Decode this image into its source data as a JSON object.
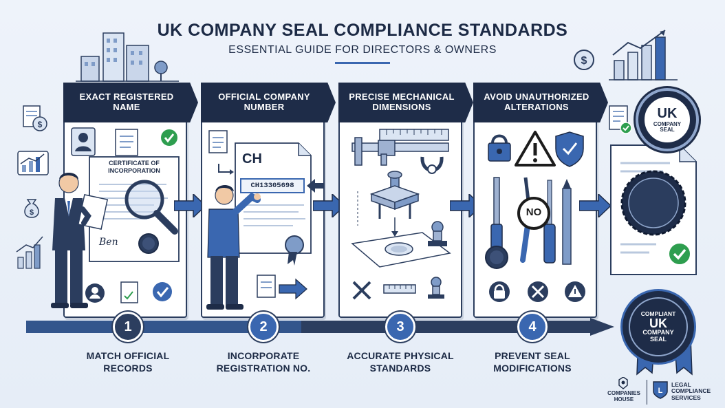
{
  "header": {
    "title": "UK COMPANY SEAL COMPLIANCE STANDARDS",
    "subtitle": "ESSENTIAL GUIDE FOR DIRECTORS & OWNERS"
  },
  "panels": [
    {
      "header": "EXACT REGISTERED NAME",
      "certificate_text": "CERTIFICATE OF INCORPORATION",
      "signature_text": "Ben"
    },
    {
      "header": "OFFICIAL COMPANY NUMBER",
      "doc_prefix": "CH",
      "company_number": "CH13305698"
    },
    {
      "header": "PRECISE MECHANICAL DIMENSIONS"
    },
    {
      "header": "AVOID UNAUTHORIZED ALTERATIONS",
      "no_sign": "NO"
    }
  ],
  "steps": [
    {
      "number": "1",
      "label_line1": "MATCH OFFICIAL",
      "label_line2": "RECORDS"
    },
    {
      "number": "2",
      "label_line1": "INCORPORATE",
      "label_line2": "REGISTRATION NO."
    },
    {
      "number": "3",
      "label_line1": "ACCURATE PHYSICAL",
      "label_line2": "STANDARDS"
    },
    {
      "number": "4",
      "label_line1": "PREVENT SEAL",
      "label_line2": "MODIFICATIONS"
    }
  ],
  "result": {
    "seal_badge_line1": "UK",
    "seal_badge_line2": "COMPANY",
    "seal_badge_line3": "SEAL",
    "rosette_line1": "COMPLIANT",
    "rosette_line2": "UK",
    "rosette_line3": "COMPANY",
    "rosette_line4": "SEAL"
  },
  "footer": {
    "companies_house_line1": "COMPANIES",
    "companies_house_line2": "HOUSE",
    "legal_line1": "LEGAL",
    "legal_line2": "COMPLIANCE",
    "legal_line3": "SERVICES"
  },
  "colors": {
    "navy": "#1e2c48",
    "accent_blue": "#3a67b0",
    "success_green": "#2e9e4f",
    "warning_black": "#1c1c1c",
    "background": "#eef3fa"
  },
  "icons": {
    "check": "check-circle-icon",
    "lock": "lock-icon",
    "warning": "warning-triangle-icon",
    "shield": "shield-check-icon",
    "magnifier": "magnifying-glass-icon"
  }
}
